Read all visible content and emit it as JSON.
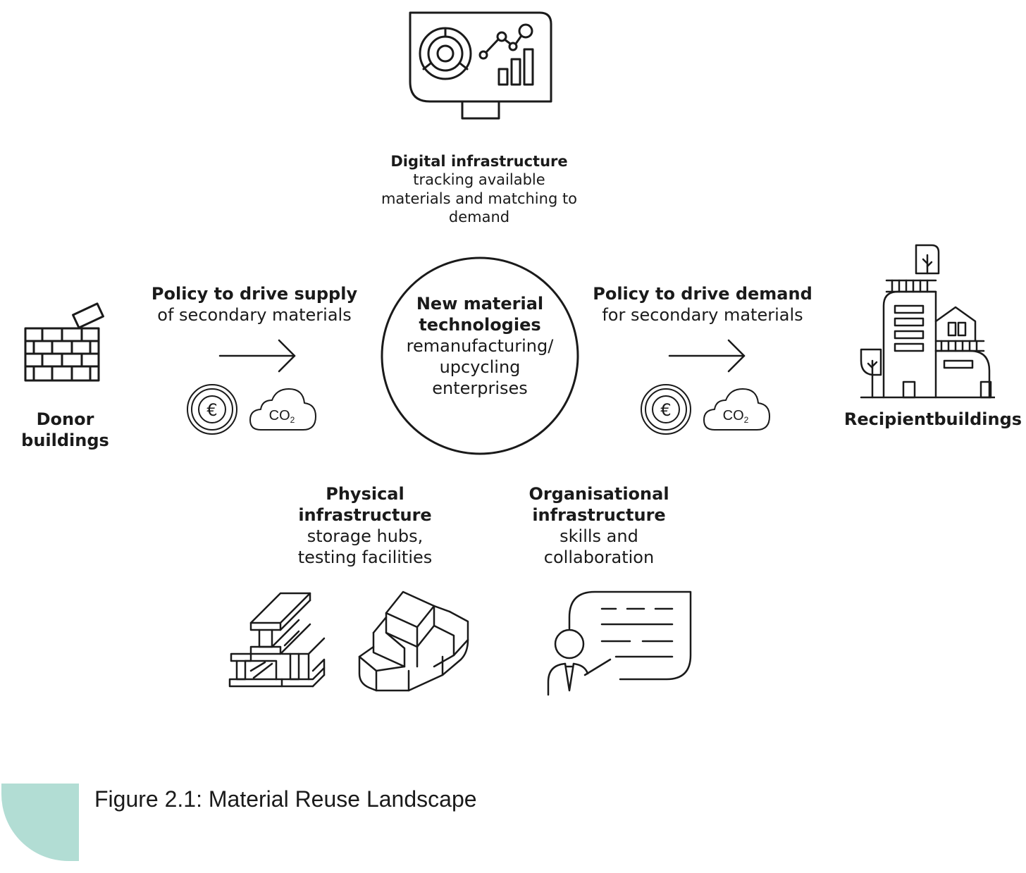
{
  "digital": {
    "title": "Digital infrastructure",
    "lines": [
      "tracking available",
      "materials and matching to",
      "demand"
    ]
  },
  "supply": {
    "title": "Policy to drive supply",
    "line": "of secondary materials"
  },
  "center": {
    "title_lines": [
      "New material",
      "technologies"
    ],
    "lines": [
      "remanufacturing/",
      "upcycling",
      "enterprises"
    ]
  },
  "demand": {
    "title": "Policy to drive demand",
    "line": "for secondary materials"
  },
  "donor": {
    "lines": [
      "Donor",
      "buildings"
    ]
  },
  "recipient": {
    "label": "Recipientbuildings"
  },
  "physical": {
    "title_lines": [
      "Physical",
      "infrastructure"
    ],
    "lines": [
      "storage hubs,",
      "testing facilities"
    ]
  },
  "organisational": {
    "title_lines": [
      "Organisational",
      "infrastructure"
    ],
    "lines": [
      "skills and",
      "collaboration"
    ]
  },
  "icons": {
    "euro_symbol": "€",
    "co2_text": "CO",
    "co2_sub": "2"
  },
  "caption": "Figure 2.1: Material Reuse Landscape",
  "colors": {
    "accent": "#b2ddd4",
    "ink": "#1a1a1a"
  }
}
